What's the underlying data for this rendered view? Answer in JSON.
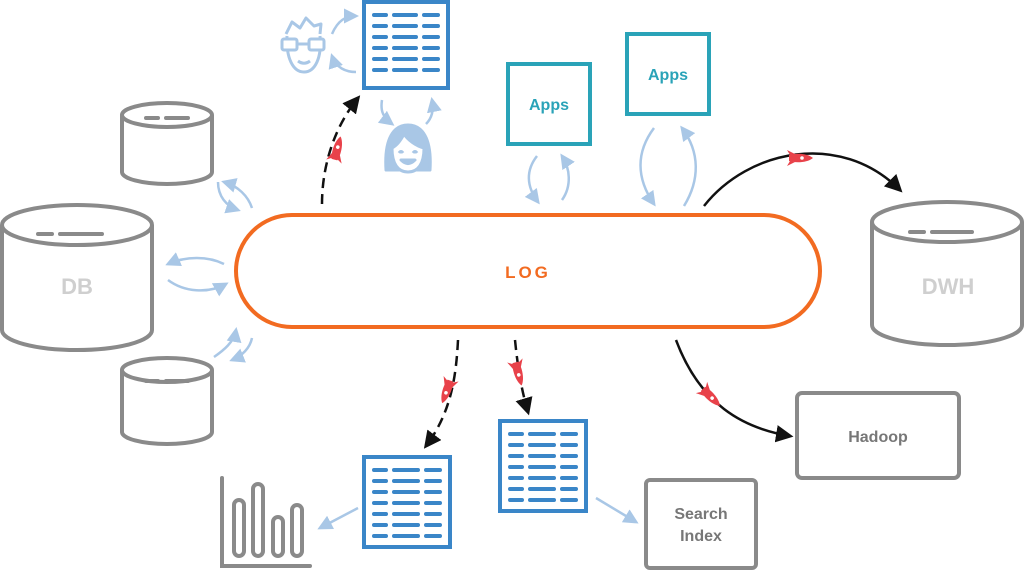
{
  "log": {
    "label": "LOG"
  },
  "db_main": {
    "label": "DB"
  },
  "dwh": {
    "label": "DWH"
  },
  "apps": [
    {
      "label": "Apps"
    },
    {
      "label": "Apps"
    }
  ],
  "hadoop": {
    "label": "Hadoop"
  },
  "search_index": {
    "line1": "Search",
    "line2": "Index"
  },
  "colors": {
    "log": "#f26b21",
    "teal": "#2aa3b8",
    "blue": "#3a86c8",
    "light_blue": "#a9c7e6",
    "gray": "#8a8a8a",
    "db_text": "#cfcfcf",
    "rocket": "#e8424a",
    "dark_arrow": "#111111"
  },
  "icons": {
    "person_male": "man-with-glasses-icon",
    "person_female": "woman-icon",
    "rocket": "rocket-icon",
    "table": "table-icon",
    "bar_chart": "bar-chart-icon"
  }
}
